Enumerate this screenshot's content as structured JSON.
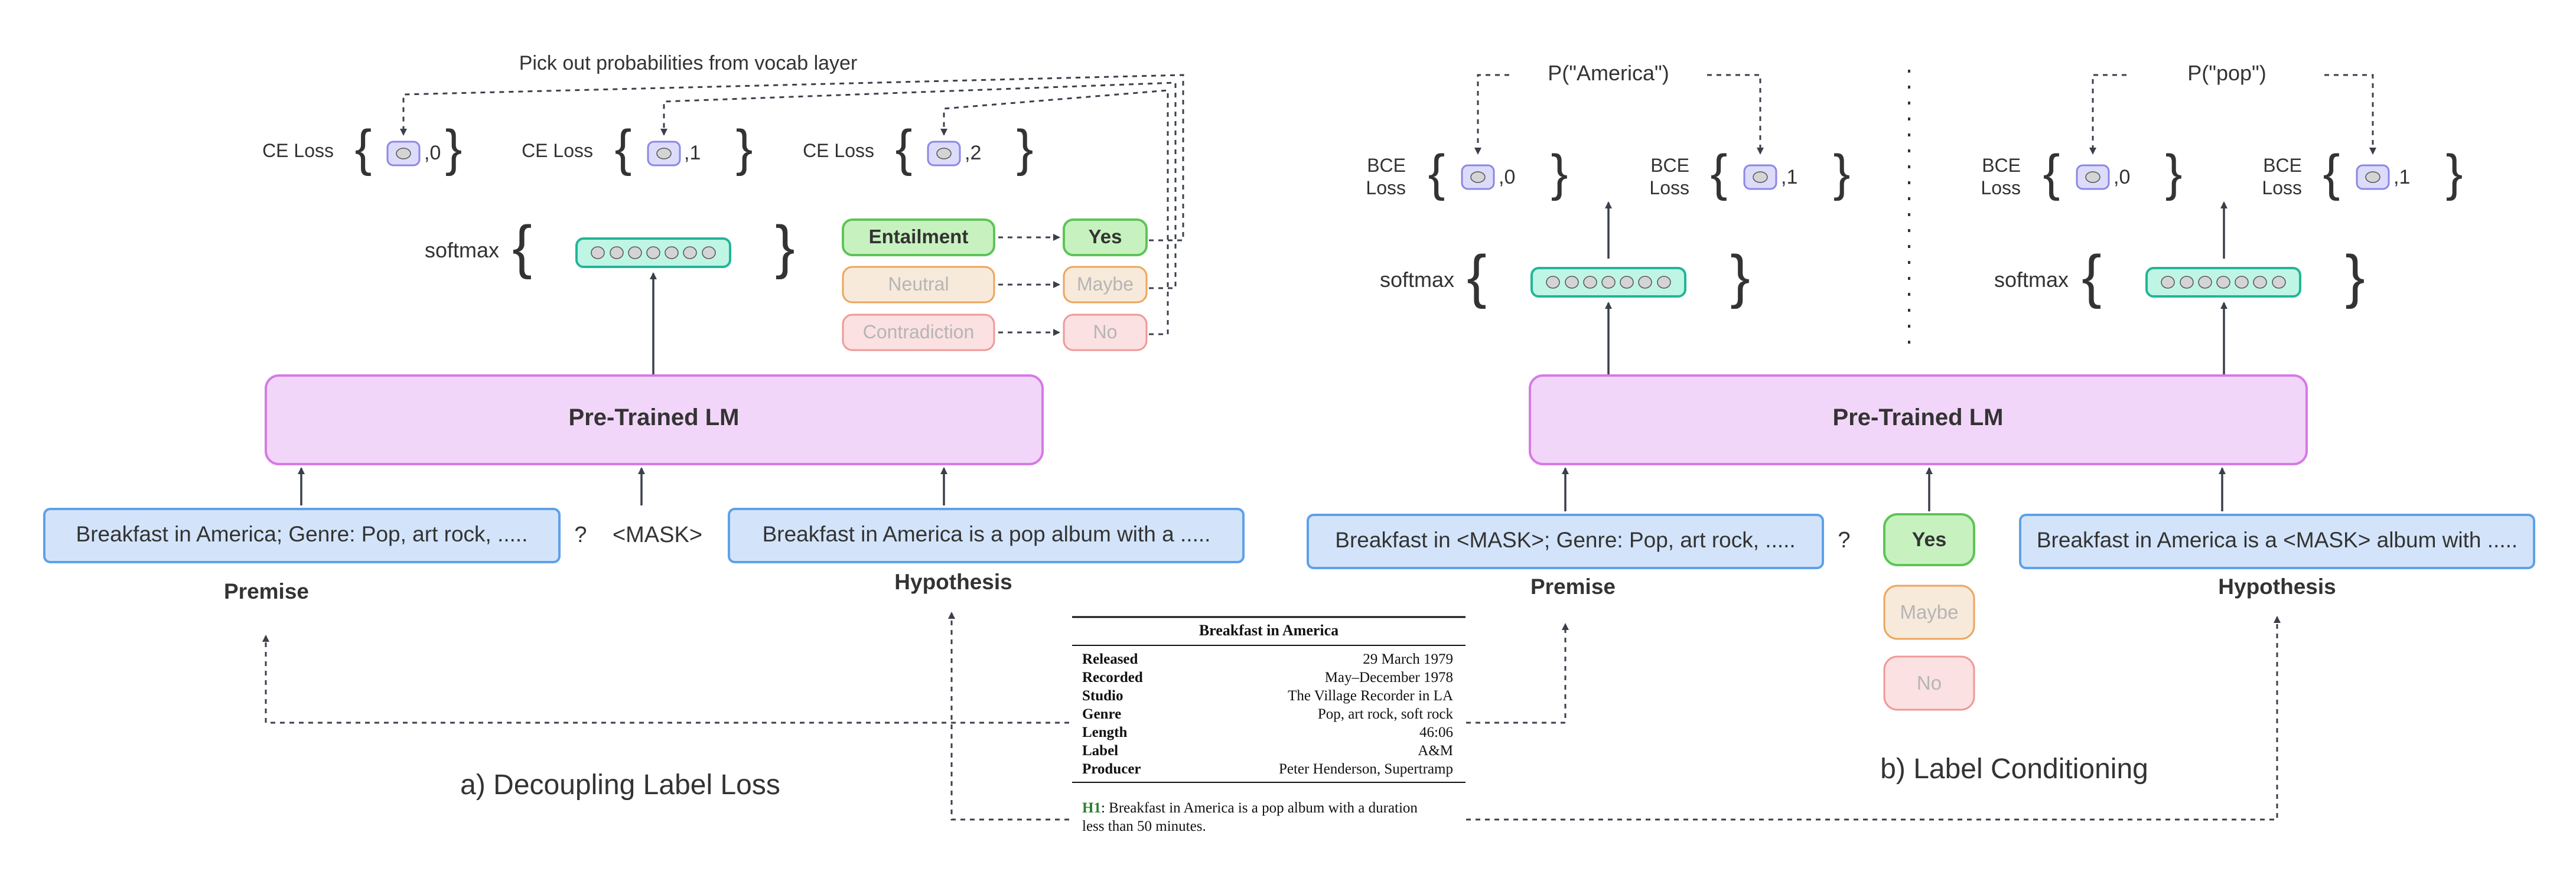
{
  "left": {
    "top_note": "Pick out probabilities from vocab layer",
    "ce_loss_label": "CE Loss",
    "ce_indices": [
      ",0",
      ",1",
      ",2"
    ],
    "softmax_label": "softmax",
    "lm_label": "Pre-Trained LM",
    "premise_text": "Breakfast in America; Genre: Pop, art rock, .....",
    "question_mark": "?",
    "mask_token": "<MASK>",
    "hypothesis_text": "Breakfast in America is a pop album with a .....",
    "premise_caption": "Premise",
    "hypothesis_caption": "Hypothesis",
    "labels": [
      "Entailment",
      "Neutral",
      "Contradiction"
    ],
    "words": [
      "Yes",
      "Maybe",
      "No"
    ],
    "caption_prefix": "a)",
    "caption_text": "Decoupling Label Loss"
  },
  "right": {
    "p_america": "P(\"America\")",
    "p_pop": "P(\"pop\")",
    "bce_line1": "BCE",
    "bce_line2": "Loss",
    "bce_indices": [
      ",0",
      ",1",
      ",0",
      ",1"
    ],
    "softmax_label": "softmax",
    "lm_label": "Pre-Trained LM",
    "premise_text": "Breakfast in <MASK>; Genre: Pop, art rock, .....",
    "question_mark": "?",
    "hypothesis_text": "Breakfast in America is a <MASK> album with .....",
    "premise_caption": "Premise",
    "hypothesis_caption": "Hypothesis",
    "words": [
      "Yes",
      "Maybe",
      "No"
    ],
    "caption_prefix": "b)",
    "caption_text": "Label Conditioning"
  },
  "table": {
    "title": "Breakfast in America",
    "rows": [
      {
        "key": "Released",
        "value": "29 March 1979"
      },
      {
        "key": "Recorded",
        "value": "May–December 1978"
      },
      {
        "key": "Studio",
        "value": "The Village Recorder in LA"
      },
      {
        "key": "Genre",
        "value": "Pop, art rock, soft rock"
      },
      {
        "key": "Length",
        "value": "46:06"
      },
      {
        "key": "Label",
        "value": "A&M"
      },
      {
        "key": "Producer",
        "value": "Peter Henderson, Supertramp"
      }
    ],
    "h1_tag": "H1",
    "h1_line1": ": Breakfast in America is a pop album with a duration",
    "h1_line2": "less than 50 minutes."
  },
  "colors": {
    "input_fill": "#d3e4fa",
    "input_stroke": "#5ea1e8",
    "lm_fill": "#f2d6f9",
    "lm_stroke": "#d67ae6",
    "softmax_fill": "#bff5e4",
    "softmax_stroke": "#22b597",
    "loss_fill": "#dcdcfa",
    "loss_stroke": "#8c87e6",
    "green_fill": "#c7f2c0",
    "green_stroke": "#5ec456",
    "orange_fill": "#f7eadb",
    "orange_stroke": "#eda55c",
    "red_fill": "#fbe1e1",
    "red_stroke": "#f09898"
  }
}
